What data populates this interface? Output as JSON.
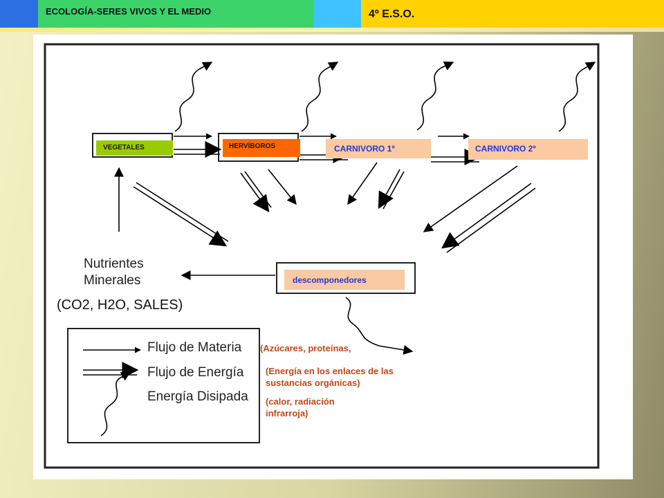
{
  "header": {
    "title": "ECOLOGÍA-SERES VIVOS Y EL MEDIO",
    "grade": "4º E.S.O."
  },
  "diagram": {
    "nodes": {
      "vegetales": "VEGETALES",
      "herbivoros": "HERVÍBOROS",
      "carnivoro1": "CARNIVORO 1º",
      "carnivoro2": "CARNIVORO 2º",
      "descomponedores": "descomponedores"
    },
    "nutrients_line1": "Nutrientes",
    "nutrients_line2": "Minerales",
    "minerals_examples": "(CO2, H2O, SALES)"
  },
  "legend": {
    "materia": "Flujo de Materia",
    "energia": "Flujo de Energía",
    "disipada": "Energía Disipada"
  },
  "notes": {
    "materia": "(Azúcares, proteínas,",
    "energia_line1": "(Energía en los enlaces de las",
    "energia_line2": "sustancias orgánicas)",
    "disipada_line1": "(calor, radiación",
    "disipada_line2": "infrarroja)"
  }
}
